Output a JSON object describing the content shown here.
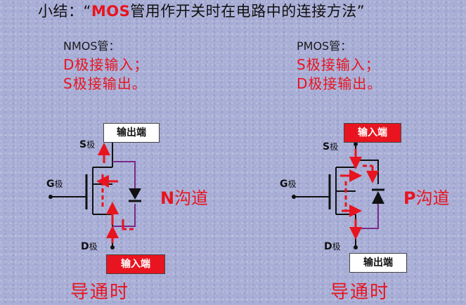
{
  "title": {
    "prefix": "小结：",
    "quote_open": "“",
    "highlight": "MOS",
    "rest": "管用作开关时在电路中的连接方法",
    "quote_close": "”"
  },
  "nmos": {
    "heading": "NMOS管：",
    "line1": "D极接输入；",
    "line2": "S极接输出。",
    "top_box": "输出端",
    "bottom_box": "输入端",
    "s_label": "S",
    "s_suffix": "极",
    "g_label": "G",
    "g_suffix": "极",
    "d_label": "D",
    "d_suffix": "极",
    "channel_letter": "N",
    "channel_text": "沟道",
    "condition": "导通时"
  },
  "pmos": {
    "heading": "PMOS管：",
    "line1": "S极接输入；",
    "line2": "D极接输出。",
    "top_box": "输入端",
    "bottom_box": "输出端",
    "s_label": "S",
    "s_suffix": "极",
    "g_label": "G",
    "g_suffix": "极",
    "d_label": "D",
    "d_suffix": "极",
    "channel_letter": "P",
    "channel_text": "沟道",
    "condition": "导通时"
  },
  "colors": {
    "accent_red": "#e8141f",
    "wire": "#111111",
    "body_diode_wire": "#7a2a8a",
    "background": "#a9aed6"
  }
}
